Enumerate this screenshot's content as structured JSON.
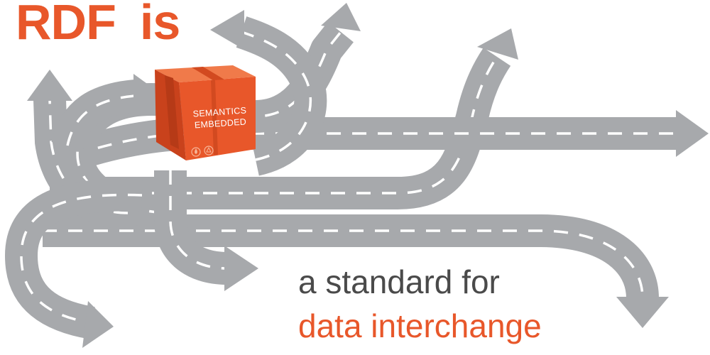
{
  "title": {
    "word1": "RDF",
    "word2": "is"
  },
  "subtitle": {
    "line1": "a standard for",
    "line2": "data interchange"
  },
  "box": {
    "line1": "SEMANTICS",
    "line2": "EMBEDDED",
    "icons": [
      "water-drop-icon",
      "recycle-icon"
    ]
  },
  "colors": {
    "accent": "#e8572a",
    "road": "#a7a9ac",
    "lane": "#ffffff",
    "text_dark": "#4a4a4a",
    "box_front": "#e8572a",
    "box_side": "#c9421c",
    "box_top": "#f07a4a"
  }
}
